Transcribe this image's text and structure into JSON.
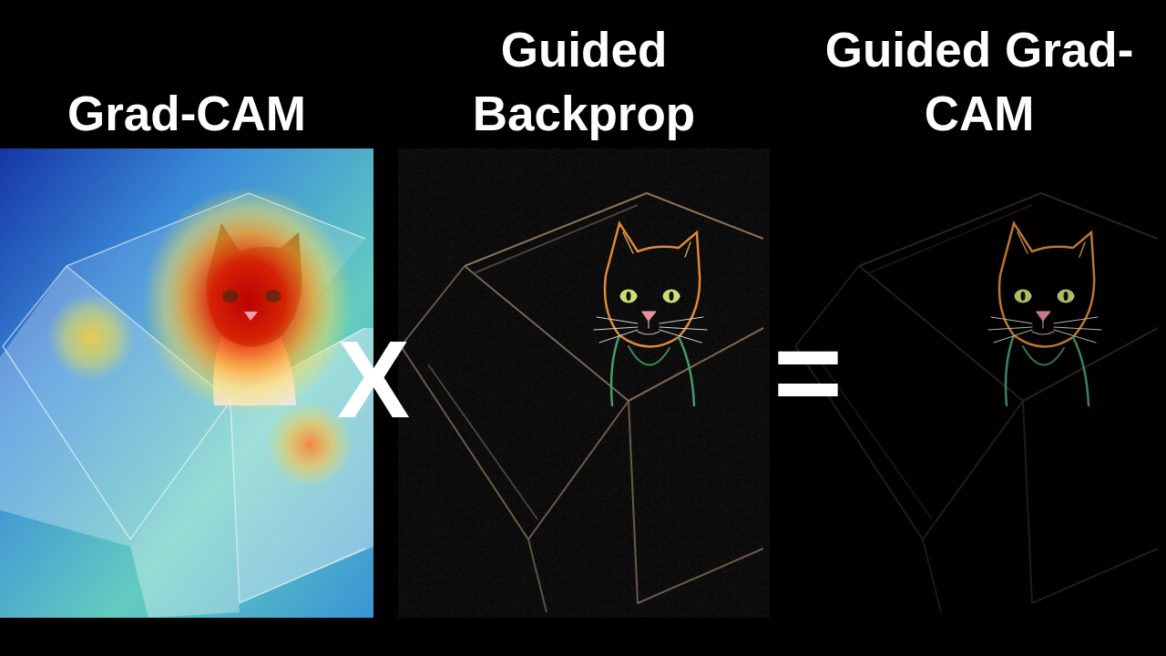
{
  "diagram": {
    "nodes": [
      {
        "text": [
          "Grad-CAM"
        ]
      },
      {
        "text": [
          "Guided Backprop"
        ]
      },
      {
        "text": [
          "Guided Grad-CAM"
        ]
      }
    ],
    "labels": [
      "X",
      "="
    ]
  }
}
